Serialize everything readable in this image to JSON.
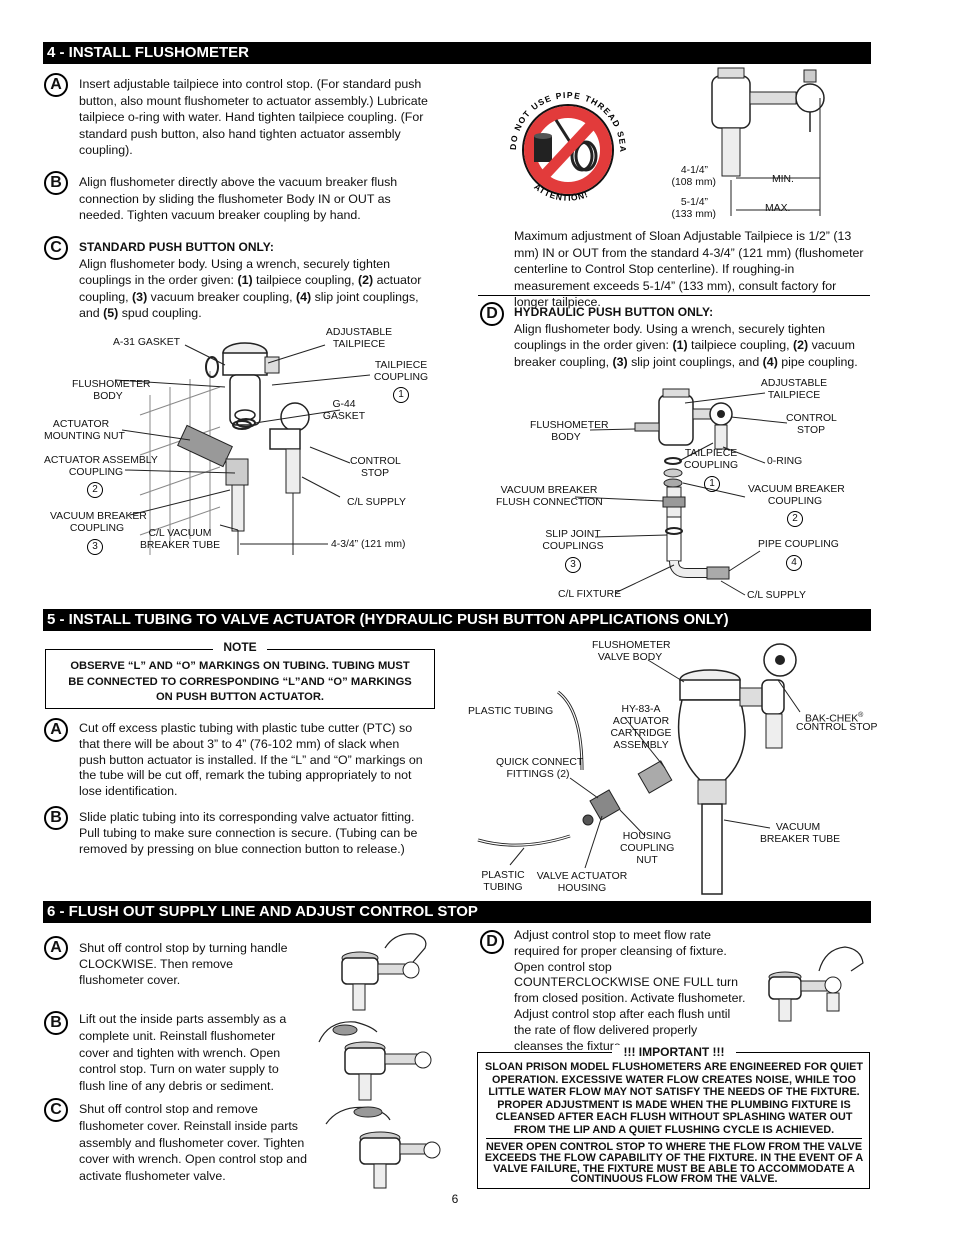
{
  "sections": {
    "s4": {
      "title": "4 - INSTALL FLUSHOMETER",
      "a": {
        "letter": "A",
        "text": "Insert adjustable tailpiece into control stop. (For standard push button, also mount flushometer to actuator assembly.) Lubricate tailpiece o-ring with water. Hand tighten tailpiece coupling. (For standard push button, also hand tighten actuator assembly coupling)."
      },
      "b": {
        "letter": "B",
        "text": "Align flushometer directly above the vacuum breaker flush connection by sliding the flushometer Body IN or OUT as needed. Tighten vacuum breaker coupling by hand."
      },
      "c": {
        "letter": "C",
        "heading": "STANDARD PUSH BUTTON ONLY:",
        "l1": "Align flushometer body. Using a wrench, securely tighten couplings in the order given: ",
        "n1": "(1)",
        "t1": " tailpiece coupling, ",
        "n2": "(2)",
        "t2": " actuator coupling, ",
        "n3": "(3)",
        "t3": " vacuum breaker coupling, ",
        "n4": "(4)",
        "t4": " slip joint couplings, and ",
        "n5": "(5)",
        "t5": " spud coupling."
      },
      "d": {
        "letter": "D",
        "heading": "HYDRAULIC PUSH BUTTON ONLY:",
        "l1": "Align flushometer body. Using a wrench, securely tighten couplings in the order given: ",
        "n1": "(1)",
        "t1": " tailpiece coupling, ",
        "n2": "(2)",
        "t2": " vacuum breaker coupling, ",
        "n3": "(3)",
        "t3": " slip joint couplings, and ",
        "n4": "(4)",
        "t4": " pipe coupling."
      },
      "adjust_text": "Maximum adjustment of Sloan Adjustable Tailpiece is 1/2” (13 mm) IN or OUT from the standard 4-3/4” (121 mm) (flushometer centerline to Control Stop centerline). If roughing-in measurement exceeds 5-1/4” (133 mm), consult factory for longer tailpiece.",
      "sealant": {
        "top": "DO NOT USE PIPE THREAD SEALANT",
        "bottom": "ATTENTION!"
      },
      "dims": {
        "min_in": "4-1/4”",
        "min_mm": "(108 mm)",
        "min_lbl": "MIN.",
        "max_in": "5-1/4”",
        "max_mm": "(133 mm)",
        "max_lbl": "MAX."
      },
      "fig_c": {
        "a31": "A-31 GASKET",
        "adj1": "ADJUSTABLE",
        "adj2": "TAILPIECE",
        "tc1": "TAILPIECE",
        "tc2": "COUPLING",
        "g44a": "G-44",
        "g44b": "GASKET",
        "fb1": "FLUSHOMETER",
        "fb2": "BODY",
        "amn1": "ACTUATOR",
        "amn2": "MOUNTING NUT",
        "aac1": "ACTUATOR ASSEMBLY",
        "aac2": "COUPLING",
        "cs1": "CONTROL",
        "cs2": "STOP",
        "cls": "C/L SUPPLY",
        "vbc1": "VACUUM BREAKER",
        "vbc2": "COUPLING",
        "clv1": "C/L VACUUM",
        "clv2": "BREAKER TUBE",
        "dim": "4-3/4” (121 mm)",
        "n1": "1",
        "n2": "2",
        "n3": "3"
      },
      "fig_d": {
        "adj1": "ADJUSTABLE",
        "adj2": "TAILPIECE",
        "cs1": "CONTROL",
        "cs2": "STOP",
        "fb1": "FLUSHOMETER",
        "fb2": "BODY",
        "tc1": "TAILPIECE",
        "tc2": "COUPLING",
        "oring": "0-RING",
        "vbf1": "VACUUM BREAKER",
        "vbf2": "FLUSH CONNECTION",
        "vbc1": "VACUUM BREAKER",
        "vbc2": "COUPLING",
        "sj1": "SLIP JOINT",
        "sj2": "COUPLINGS",
        "pc": "PIPE COUPLING",
        "clf": "C/L FIXTURE",
        "cls": "C/L SUPPLY",
        "n1": "1",
        "n2": "2",
        "n3": "3",
        "n4": "4"
      }
    },
    "s5": {
      "title": "5 - INSTALL TUBING TO VALVE ACTUATOR (HYDRAULIC PUSH BUTTON APPLICATIONS ONLY)",
      "note_title": "NOTE",
      "note_text": "OBSERVE “L” AND “O” MARKINGS ON TUBING. TUBING MUST BE CONNECTED TO CORRESPONDING “L”AND “O” MARKINGS ON PUSH BUTTON ACTUATOR.",
      "a": {
        "letter": "A",
        "text": "Cut off excess plastic tubing with plastic tube cutter (PTC) so that there will be about 3” to 4” (76-102 mm) of slack when push button actuator is installed. If the “L” and “O” markings on the tube will be cut off, remark the tubing appropriately to not lose identification."
      },
      "b": {
        "letter": "B",
        "text": "Slide platic tubing into its corresponding valve actuator fitting. Pull tubing to make sure connection is secure. (Tubing can be removed by pressing on blue connection button to release.)"
      },
      "fig": {
        "fvb1": "FLUSHOMETER",
        "fvb2": "VALVE BODY",
        "pt": "PLASTIC TUBING",
        "hy1": "HY-83-A",
        "hy2": "ACTUATOR",
        "hy3": "CARTRIDGE",
        "hy4": "ASSEMBLY",
        "bak1": "BAK-CHEK",
        "bak_reg": "®",
        "bak2": "CONTROL STOP",
        "qc1": "QUICK CONNECT",
        "qc2": "FITTINGS (2)",
        "hcn1": "HOUSING",
        "hcn2": "COUPLING",
        "hcn3": "NUT",
        "vbt1": "VACUUM",
        "vbt2": "BREAKER TUBE",
        "pt2a": "PLASTIC",
        "pt2b": "TUBING",
        "vah1": "VALVE ACTUATOR",
        "vah2": "HOUSING"
      }
    },
    "s6": {
      "title": "6 - FLUSH OUT SUPPLY LINE AND ADJUST CONTROL STOP",
      "a": {
        "letter": "A",
        "text": "Shut off control stop by turning handle CLOCKWISE. Then remove flushometer cover."
      },
      "b": {
        "letter": "B",
        "text": "Lift out the inside parts assembly as a complete unit. Reinstall flushometer cover and tighten with wrench. Open control stop. Turn on water supply to flush line of any debris or sediment."
      },
      "c": {
        "letter": "C",
        "text": "Shut off control stop and remove flushometer cover. Reinstall inside parts assembly and flushometer cover. Tighten cover with wrench. Open control stop and activate flushometer valve."
      },
      "d": {
        "letter": "D",
        "text": "Adjust control stop to meet flow rate required for proper cleansing of fixture. Open control stop COUNTERCLOCKWISE ONE FULL turn from closed position. Activate flushometer. Adjust control stop after each flush until the rate of flow delivered properly cleanses the fixture."
      },
      "important_title": "!!! IMPORTANT !!!",
      "important_1": "SLOAN PRISON MODEL FLUSHOMETERS ARE ENGINEERED FOR QUIET OPERATION. EXCESSIVE WATER FLOW CREATES NOISE, WHILE TOO LITTLE WATER FLOW MAY NOT SATISFY THE NEEDS OF THE FIXTURE. PROPER ADJUSTMENT IS MADE WHEN THE PLUMBING FIXTURE IS CLEANSED AFTER EACH FLUSH WITHOUT SPLASHING WATER OUT FROM THE LIP AND A QUIET FLUSHING CYCLE IS ACHIEVED.",
      "important_2": "NEVER OPEN CONTROL STOP TO WHERE THE FLOW FROM THE VALVE EXCEEDS THE FLOW CAPABILITY OF THE FIXTURE. IN THE EVENT OF A VALVE FAILURE, THE FIXTURE MUST BE ABLE TO ACCOMMODATE A CONTINUOUS FLOW FROM THE VALVE."
    }
  },
  "page_number": "6"
}
